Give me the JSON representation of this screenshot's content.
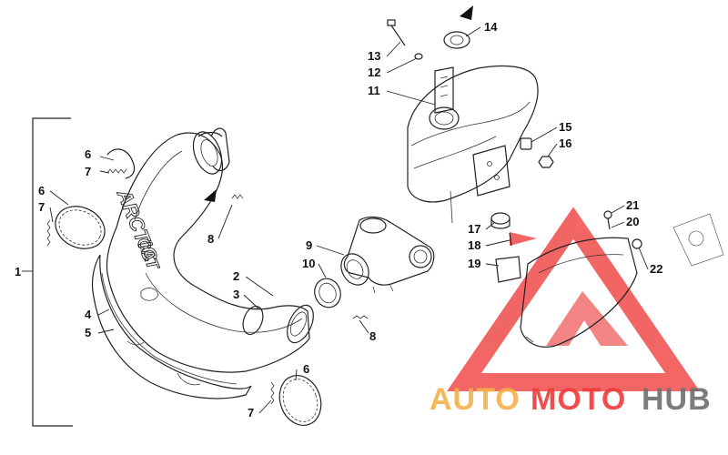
{
  "diagram": {
    "brand_text": {
      "line1": "ARCTIC",
      "line2": "CAT"
    },
    "callouts": [
      {
        "id": "c1",
        "label": "1"
      },
      {
        "id": "c2",
        "label": "2"
      },
      {
        "id": "c3",
        "label": "3"
      },
      {
        "id": "c4",
        "label": "4"
      },
      {
        "id": "c5",
        "label": "5"
      },
      {
        "id": "c6a",
        "label": "6"
      },
      {
        "id": "c6b",
        "label": "6"
      },
      {
        "id": "c6c",
        "label": "6"
      },
      {
        "id": "c7a",
        "label": "7"
      },
      {
        "id": "c7b",
        "label": "7"
      },
      {
        "id": "c7c",
        "label": "7"
      },
      {
        "id": "c8a",
        "label": "8"
      },
      {
        "id": "c8b",
        "label": "8"
      },
      {
        "id": "c9",
        "label": "9"
      },
      {
        "id": "c10",
        "label": "10"
      },
      {
        "id": "c11",
        "label": "11"
      },
      {
        "id": "c12",
        "label": "12"
      },
      {
        "id": "c13",
        "label": "13"
      },
      {
        "id": "c14",
        "label": "14"
      },
      {
        "id": "c15",
        "label": "15"
      },
      {
        "id": "c16",
        "label": "16"
      },
      {
        "id": "c17",
        "label": "17"
      },
      {
        "id": "c18",
        "label": "18"
      },
      {
        "id": "c19",
        "label": "19"
      },
      {
        "id": "c20",
        "label": "20"
      },
      {
        "id": "c21",
        "label": "21"
      },
      {
        "id": "c22",
        "label": "22"
      }
    ]
  },
  "watermark": {
    "text_part1": "AUTO",
    "text_part2": "MOTO",
    "text_part3": "HUB",
    "color_red": "#ef3b3b",
    "color_orange": "#f6b04a",
    "color_gray": "#6d6e71"
  }
}
